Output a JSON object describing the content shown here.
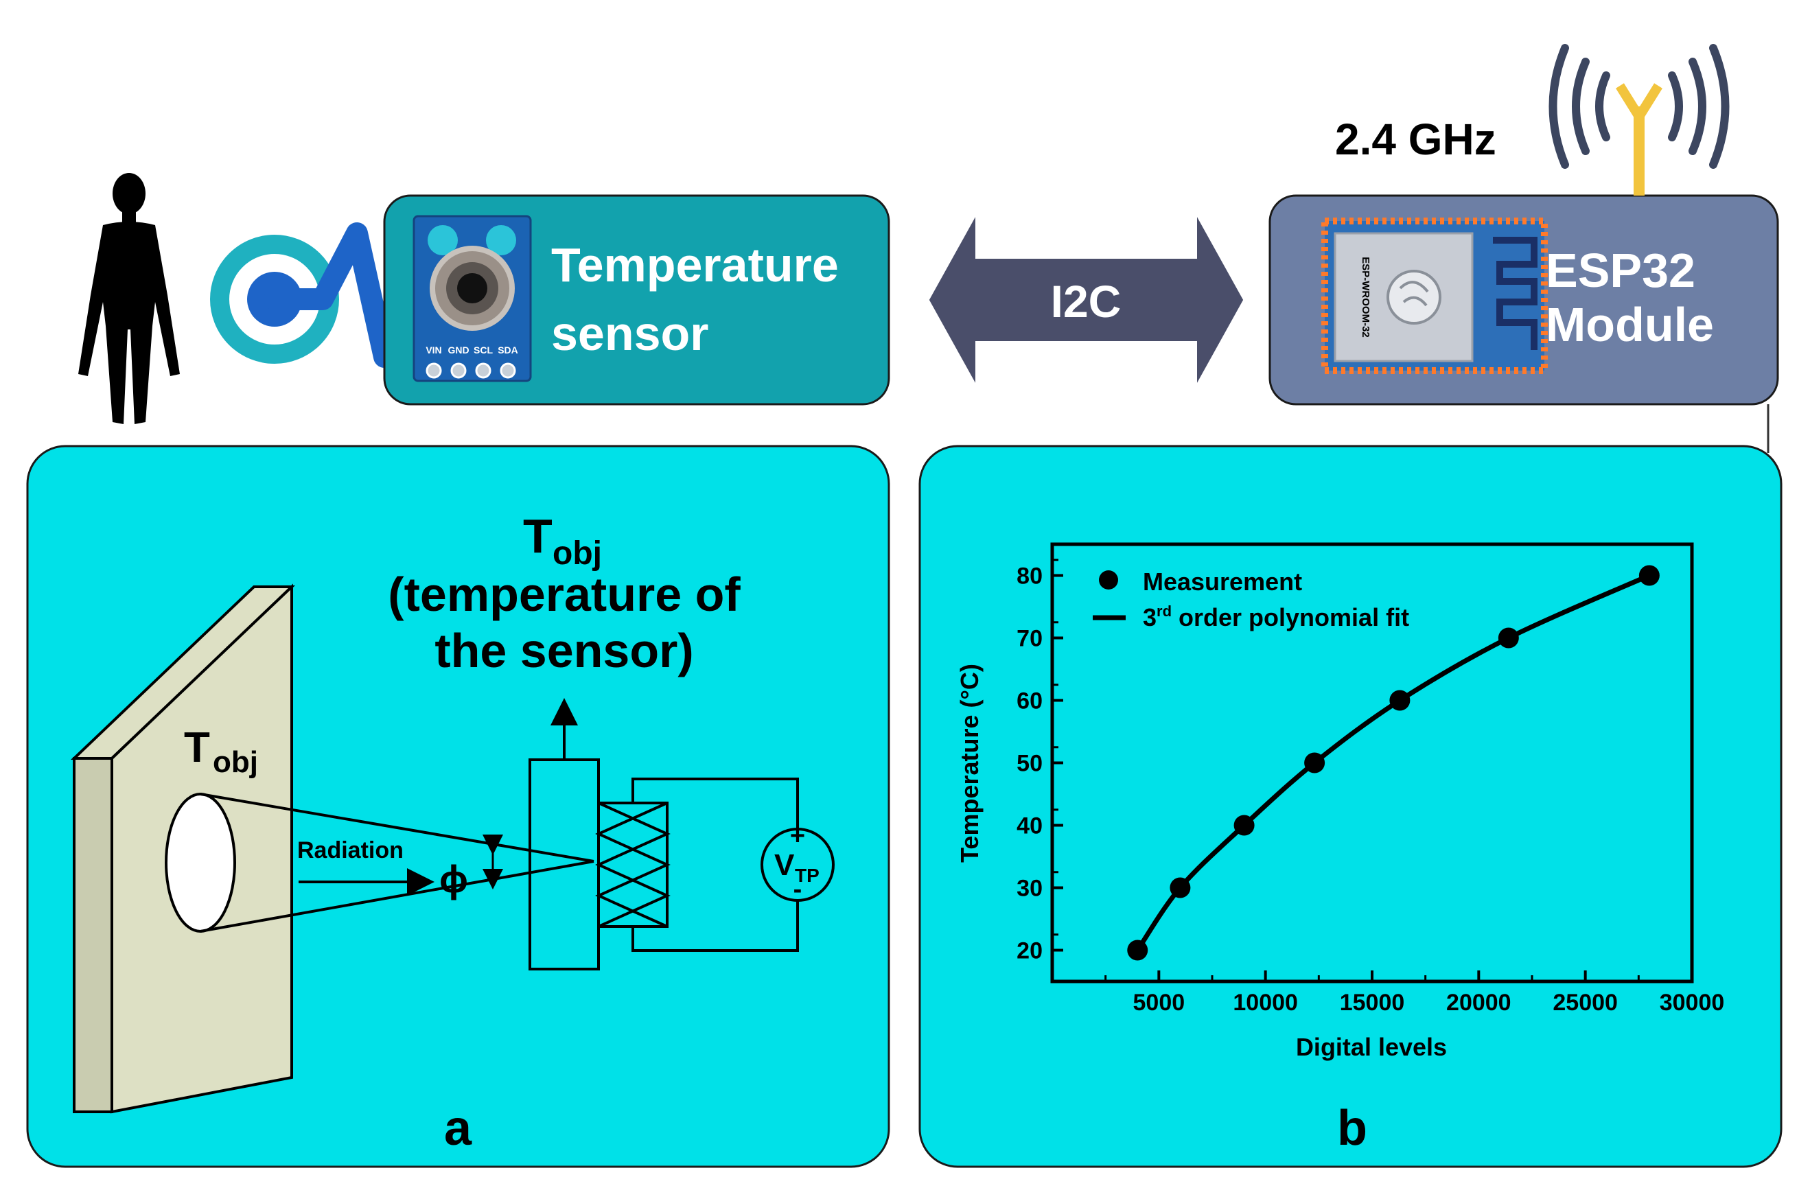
{
  "wifi": {
    "frequency": "2.4 GHz"
  },
  "sensor_box": {
    "line1": "Temperature",
    "line2": "sensor",
    "pins": [
      "VIN",
      "GND",
      "SCL",
      "SDA"
    ]
  },
  "link": {
    "label": "I2C"
  },
  "esp_box": {
    "line1": "ESP32",
    "line2": "Module",
    "chip_text": "ESP-WROOM-32"
  },
  "panel_a": {
    "caption": "a",
    "top_label": {
      "symbol": "T",
      "sub": "obj",
      "line2": "(temperature of",
      "line3": "the sensor)"
    },
    "object_label": {
      "symbol": "T",
      "sub": "obj"
    },
    "radiation": "Radiation",
    "phi": "ϕ",
    "voltage": {
      "symbol": "V",
      "sub": "TP",
      "plus": "+",
      "minus": "-"
    }
  },
  "panel_b": {
    "caption": "b",
    "colors": {
      "marker": "#000000",
      "line": "#000000"
    }
  },
  "chart_data": {
    "type": "scatter",
    "xlabel": "Digital levels",
    "ylabel": "Temperature (°C)",
    "xlim": [
      0,
      30000
    ],
    "ylim": [
      15,
      85
    ],
    "xticks": [
      5000,
      10000,
      15000,
      20000,
      25000,
      30000
    ],
    "yticks": [
      20,
      30,
      40,
      50,
      60,
      70,
      80
    ],
    "legend_position": "top-left",
    "legend": {
      "measurement": "Measurement",
      "fit_pre": "3",
      "fit_sup": "rd",
      "fit_post": " order polynomial fit"
    },
    "series": [
      {
        "name": "Measurement",
        "kind": "scatter",
        "x": [
          4000,
          6000,
          9000,
          12300,
          16300,
          21400,
          28000
        ],
        "y": [
          20,
          30,
          40,
          50,
          60,
          70,
          80
        ]
      },
      {
        "name": "3rd order polynomial fit",
        "kind": "line",
        "x": [
          4000,
          6000,
          9000,
          12300,
          16300,
          21400,
          28000
        ],
        "y": [
          20,
          30,
          40,
          50,
          60,
          70,
          80
        ]
      }
    ]
  }
}
